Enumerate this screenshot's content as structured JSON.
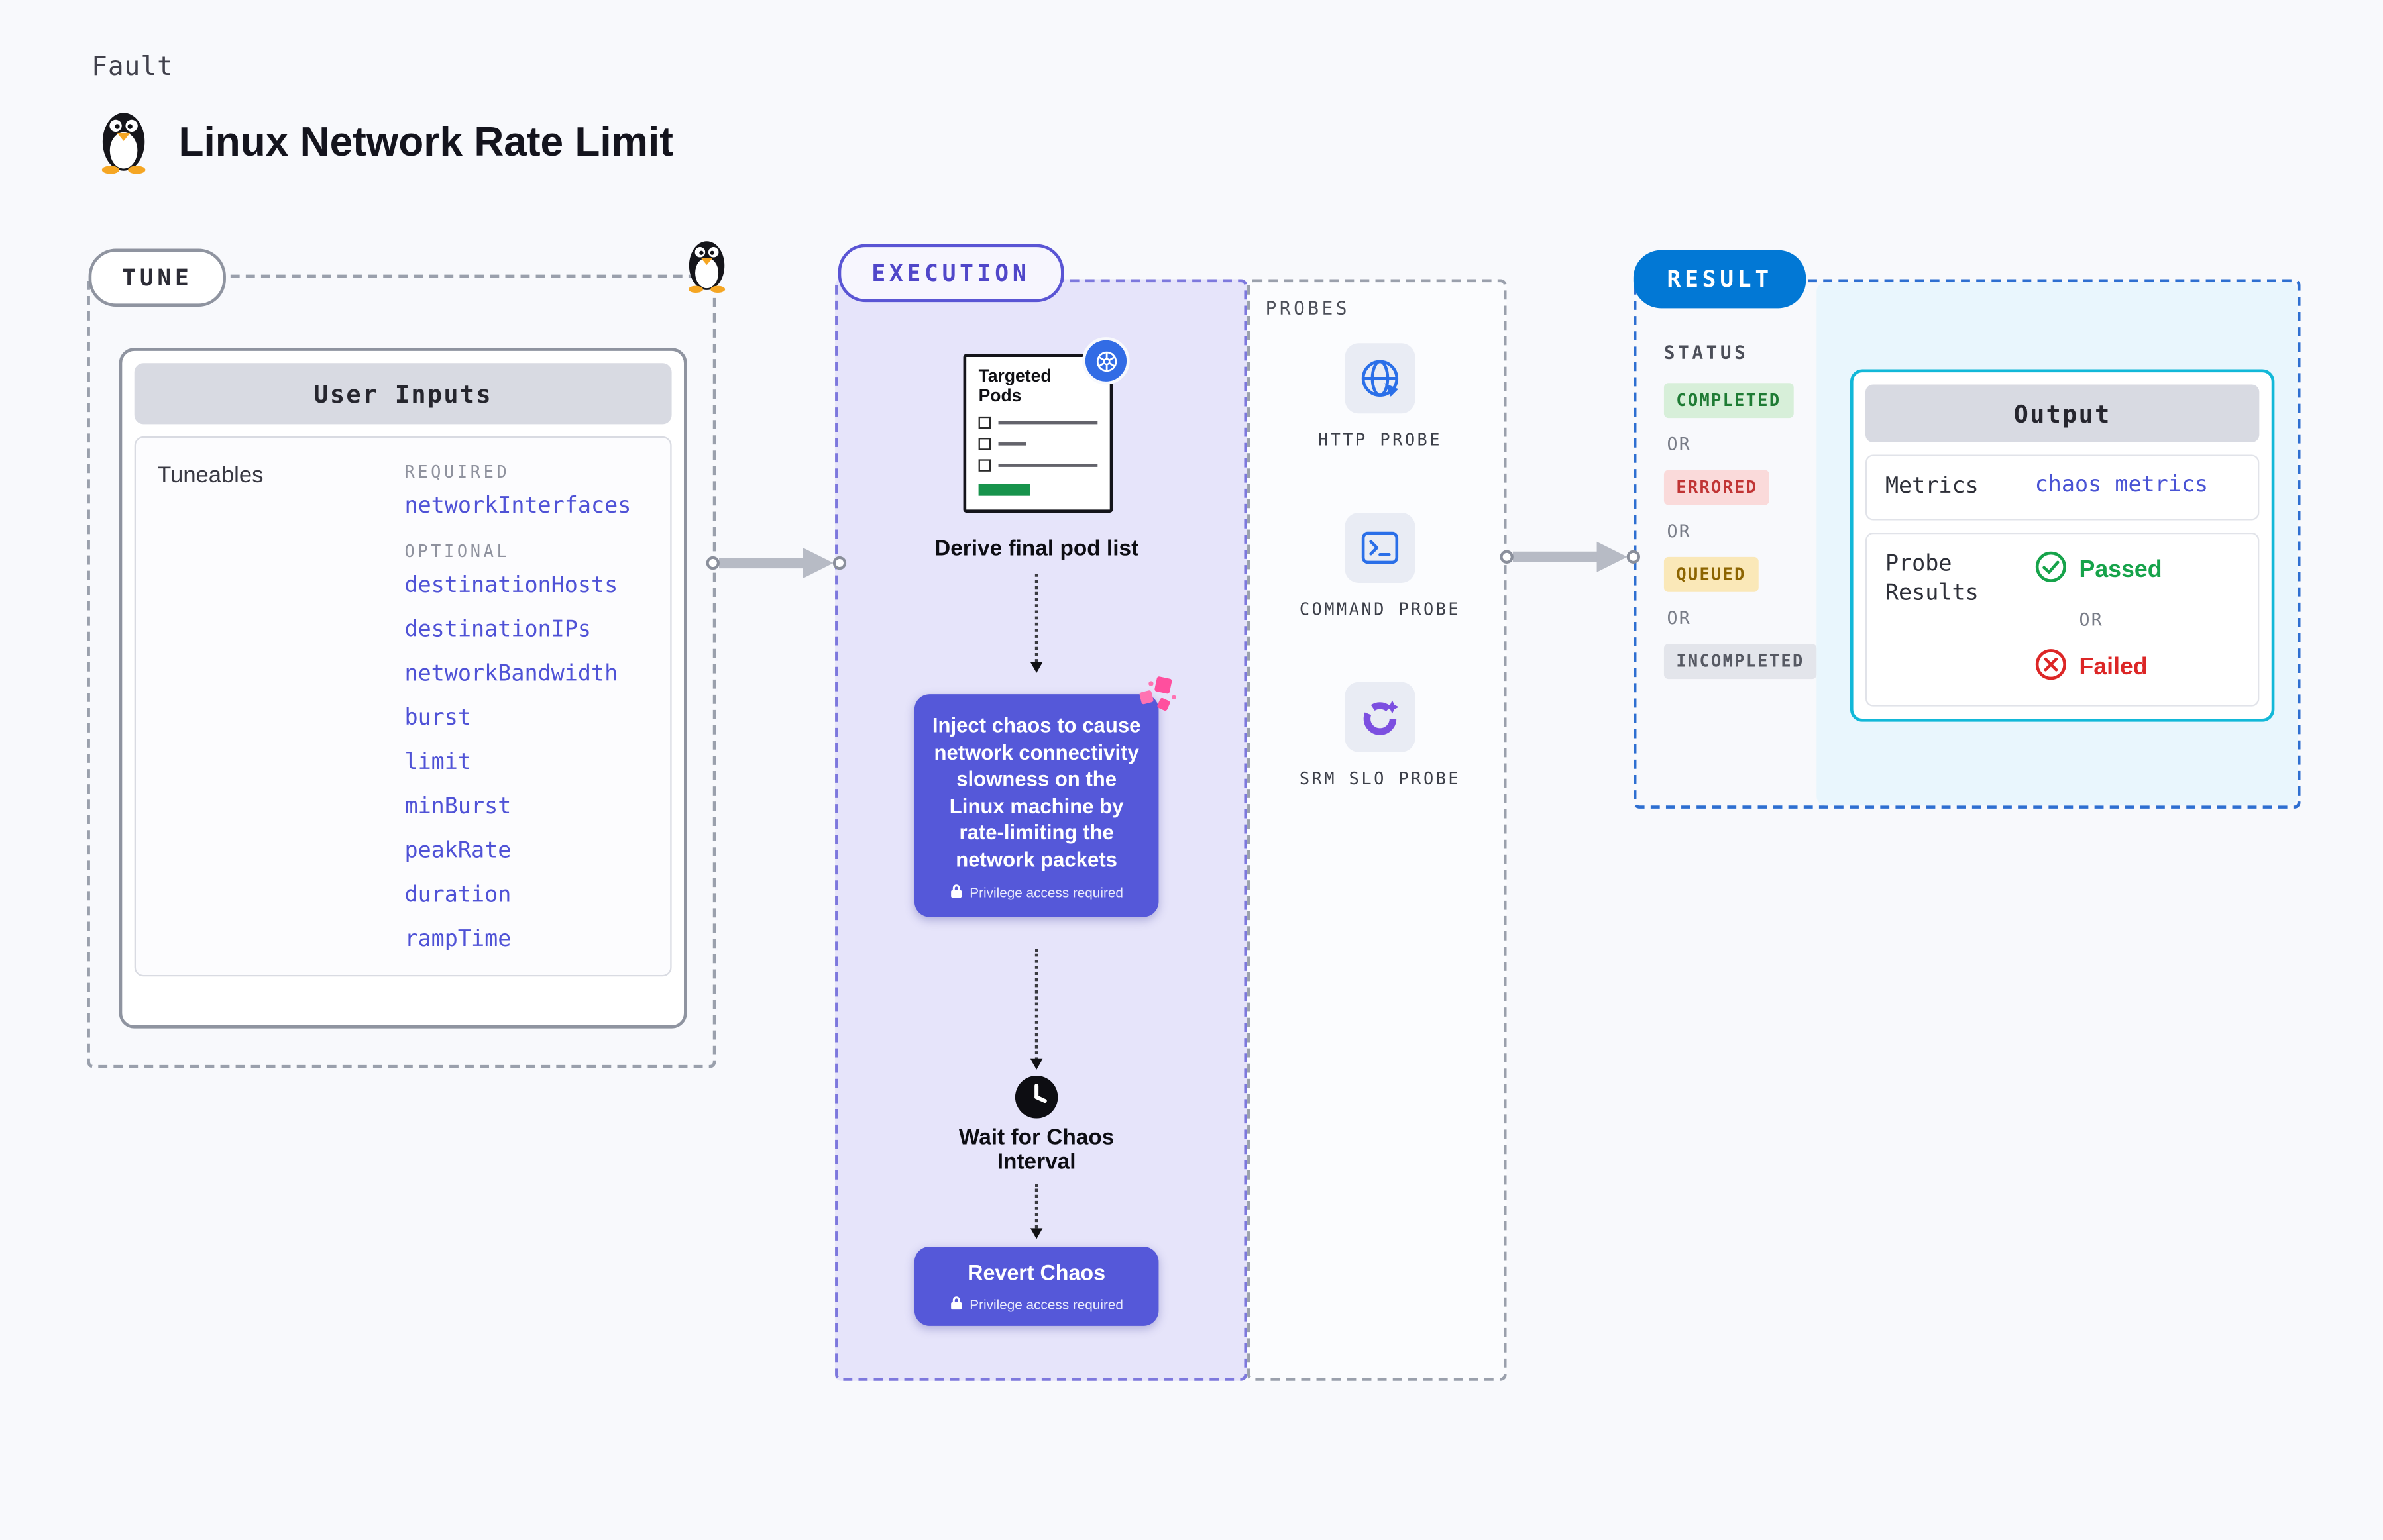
{
  "page": {
    "kind_label": "Fault",
    "title": "Linux Network Rate Limit"
  },
  "tune": {
    "label": "TUNE",
    "card_title": "User Inputs",
    "tuneables_label": "Tuneables",
    "required_label": "REQUIRED",
    "required_items": [
      "networkInterfaces"
    ],
    "optional_label": "OPTIONAL",
    "optional_items": [
      "destinationHosts",
      "destinationIPs",
      "networkBandwidth",
      "burst",
      "limit",
      "minBurst",
      "peakRate",
      "duration",
      "rampTime"
    ]
  },
  "execution": {
    "label": "EXECUTION",
    "targeted_pods_title": "Targeted Pods",
    "derive_label": "Derive final pod list",
    "inject_text": "Inject chaos to cause network connectivity slowness on the Linux machine by rate-limiting the network packets",
    "privilege_label": "Privilege access required",
    "wait_label": "Wait for Chaos Interval",
    "revert_label": "Revert Chaos"
  },
  "probes": {
    "label": "PROBES",
    "items": [
      {
        "name": "HTTP PROBE",
        "icon": "http-probe-icon"
      },
      {
        "name": "COMMAND PROBE",
        "icon": "command-probe-icon"
      },
      {
        "name": "SRM SLO PROBE",
        "icon": "srm-slo-probe-icon"
      }
    ]
  },
  "result": {
    "label": "RESULT",
    "status_label": "STATUS",
    "or_label": "OR",
    "statuses": [
      {
        "label": "COMPLETED",
        "color": "#1e7b34"
      },
      {
        "label": "ERRORED",
        "color": "#c03434"
      },
      {
        "label": "QUEUED",
        "color": "#8c6400"
      },
      {
        "label": "INCOMPLETED",
        "color": "#565963"
      }
    ],
    "output": {
      "title": "Output",
      "metrics_label": "Metrics",
      "metrics_value": "chaos metrics",
      "probe_results_label": "Probe Results",
      "passed_label": "Passed",
      "or_label": "OR",
      "failed_label": "Failed"
    }
  },
  "colors": {
    "accent_purple": "#5558d9",
    "accent_blue": "#0278d5",
    "output_border_cyan": "#12b8d8",
    "link_blue": "#4f52d6",
    "passed_green": "#16a34a",
    "failed_red": "#dc2626",
    "kubernetes_blue": "#326ce5",
    "chaos_pink": "#ff4f9e"
  }
}
